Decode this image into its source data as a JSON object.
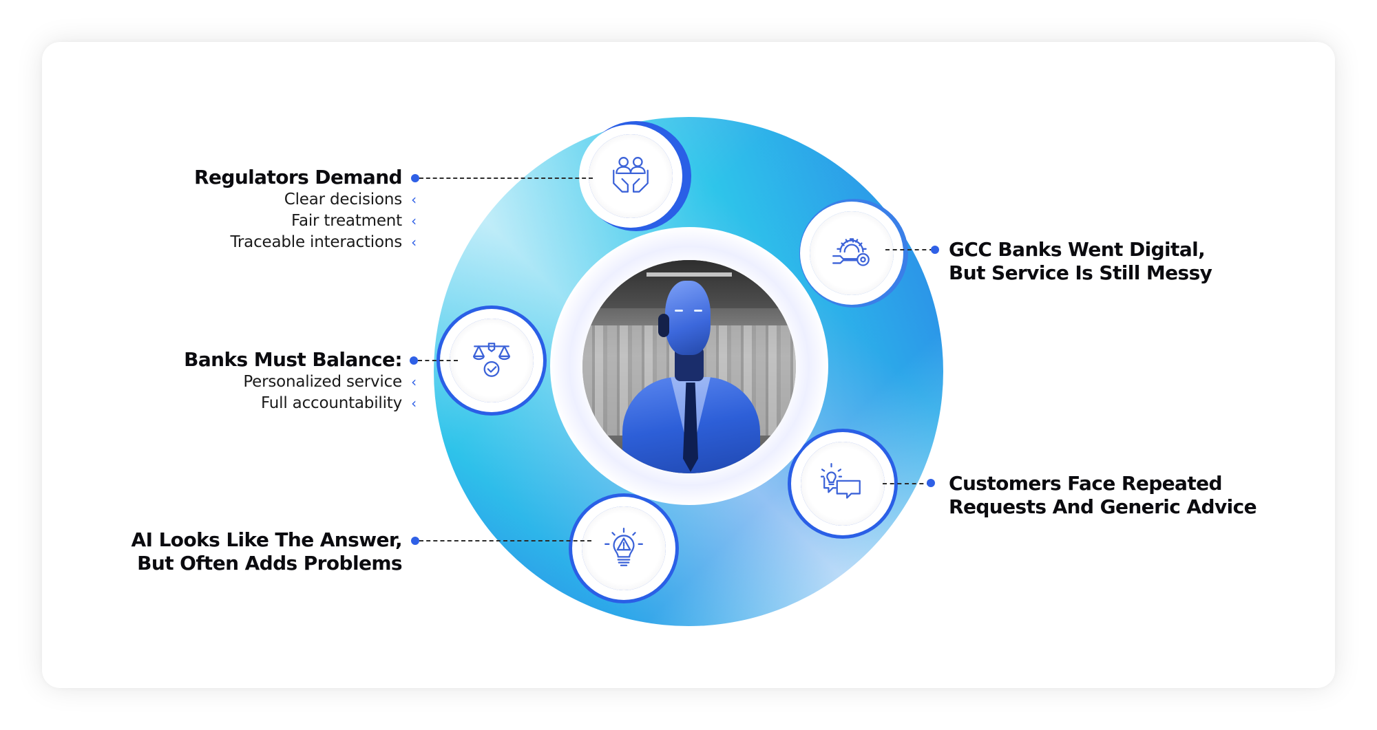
{
  "colors": {
    "accent": "#2f60e6",
    "ring_dark": "#2a5fe6",
    "ring_cyan": "#27c2ea",
    "ring_light": "#e6f7fd",
    "text": "#0b0b0f",
    "card_bg": "#ffffff"
  },
  "center": {
    "image_alt": "Blue humanoid robot in a suit standing in front of stacks of money"
  },
  "nodes": [
    {
      "id": "regulators",
      "icon": "people-hands-care-icon",
      "heading": "Regulators Demand",
      "items": [
        "Clear decisions",
        "Fair treatment",
        "Traceable interactions"
      ],
      "side": "left"
    },
    {
      "id": "gcc-banks",
      "icon": "gear-wrench-icon",
      "heading_line1": "GCC Banks Went Digital,",
      "heading_line2": "But Service Is Still Messy",
      "side": "right"
    },
    {
      "id": "banks-balance",
      "icon": "scales-check-icon",
      "heading": "Banks Must Balance:",
      "items": [
        "Personalized service",
        "Full accountability"
      ],
      "side": "left"
    },
    {
      "id": "customers",
      "icon": "lightbulb-chat-icon",
      "heading_line1": "Customers Face Repeated",
      "heading_line2": "Requests And Generic Advice",
      "side": "right"
    },
    {
      "id": "ai-answer",
      "icon": "lightbulb-warning-icon",
      "heading_line1": "AI Looks Like The Answer,",
      "heading_line2": "But Often Adds Problems",
      "side": "left"
    }
  ],
  "chevron_glyph": "‹"
}
